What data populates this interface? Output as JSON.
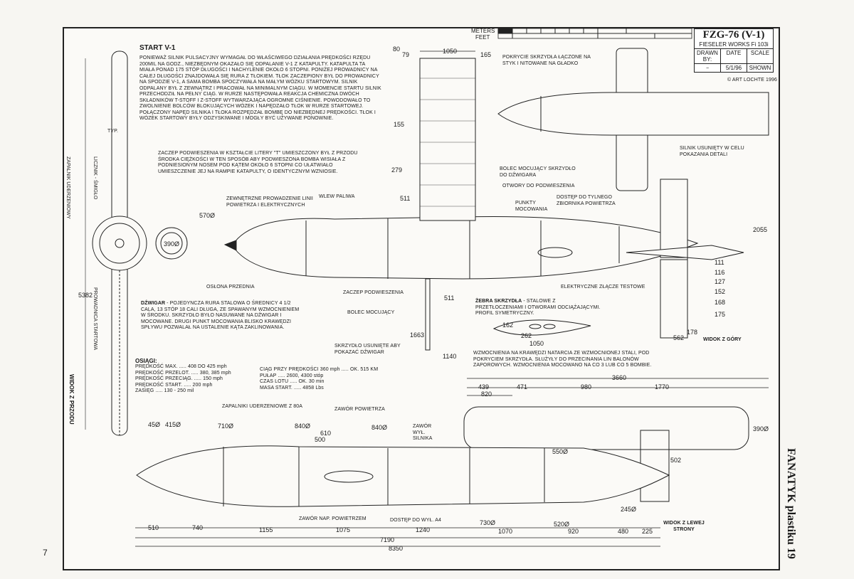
{
  "scale_bar": {
    "meters": "METERS",
    "feet": "FEET"
  },
  "title_block": {
    "title": "FZG-76 (V-1)",
    "subtitle": "FIESELER WORKS Fi 103i",
    "drawn_by_label": "DRAWN BY:",
    "date_label": "DATE",
    "date_value": "5/1/96",
    "scale_label": "SCALE",
    "scale_value": "SHOWN",
    "copyright": "© ART LOCHTE 1996"
  },
  "start": {
    "heading": "START V-1",
    "body": "PONIEWAŻ SILNIK PULSACYJNY WYMAGAŁ DO WŁAŚCIWEGO DZIAŁANIA PRĘDKOŚCI RZĘDU 200MIL NA GODZ., NIEZBĘDNYM OKAZAŁO SIĘ ODPALANIE V-1 Z KATAPULTY. KATAPULTA TA MIAŁA PONAD 175 STÓP DŁUGOŚCI I NACHYLENIE OKOŁO 6 STOPNI. PONIŻEJ PROWADNICY NA CAŁEJ DŁUGOŚCI ZNAJDOWAŁA SIĘ RURA Z TŁOKIEM. TŁOK ZACZEPIONY BYŁ DO PROWADNICY NA SPODZIE V-1, A SAMA BOMBA SPOCZYWAŁA NA MAŁYM WÓZKU STARTOWYM. SILNIK ODPALANY BYŁ Z ZEWNĄTRZ I PRACOWAŁ NA MINIMALNYM CIĄGU. W MOMENCIE STARTU SILNIK PRZECHODZIŁ NA PEŁNY CIĄG. W RURZE NASTĘPOWAŁA REAKCJA CHEMICZNA DWÓCH SKŁADNIKÓW T-STOFF I Z-STOFF WYTWARZAJĄCA OGROMNE CIŚNIENIE. POWODOWAŁO TO ZWOLNIENIE BOLCÓW BLOKUJĄCYCH WÓZEK I NAPĘDZAŁO TŁOK W RURZE STARTOWEJ. POŁĄCZONY NAPĘD SILNIKA I TŁOKA ROZPĘDZAŁ BOMBĘ DO NIEZBĘDNEJ PRĘDKOŚCI. TŁOK I WÓZEK STARTOWY BYŁY ODZYSKIWANE I MOGŁY BYĆ UŻYWANE PONOWNIE."
  },
  "zaczep_note": "ZACZEP PODWIESZENIA W KSZTAŁCIE LITERY \"T\" UMIESZCZONY BYŁ Z PRZODU ŚRODKA CIĘŻKOŚCI W TEN SPOSÓB ABY PODWIESZONA BOMBA WISIAŁA Z PODNIESIONYM NOSEM POD KĄTEM OKOŁO 6 STOPNI CO UŁATWIAŁO UMIESZCZENIE JEJ NA RAMPIE KATAPULTY, O IDENTYCZNYM WZNIOSIE.",
  "dzwigar": {
    "heading": "DŹWIGAR",
    "body": " - POJEDYNCZA RURA STALOWA O ŚREDNICY 4 1/2 CALA, 13 STÓP 18 CALI DŁUGA, ZE SPAWANYM WZMOCNIENIEM W ŚRODKU. SKRZYDŁO BYŁO NASUWANE NA DŹWIGAR I MOCOWANE. DRUGI PUNKT MOCOWANIA BLISKO KRAWĘDZI SPŁYWU POZWALAŁ NA USTALENIE KĄTA ZAKLINOWANIA."
  },
  "osiagi": {
    "heading": "OSIĄGI:",
    "left": [
      {
        "label": "PRĘDKOŚĆ MAX.",
        "value": "408 DO 425 mph"
      },
      {
        "label": "PRĘDKOŚĆ PRZELOT.",
        "value": "380, 385 mph"
      },
      {
        "label": "PRĘDKOŚĆ PRZECIĄG.",
        "value": "150 mph"
      },
      {
        "label": "PRĘDKOŚĆ START.",
        "value": "200 mph"
      },
      {
        "label": "ZASIĘG",
        "value": "130 - 250 mil"
      }
    ],
    "right": [
      {
        "label": "CIĄG PRZY PRĘDKOŚCI 360 mph",
        "value": "OK. 515 KM"
      },
      {
        "label": "PUŁAP",
        "value": "2600, 4300 stóp"
      },
      {
        "label": "CZAS LOTU",
        "value": "OK. 30 min"
      },
      {
        "label": "MASA START.",
        "value": "4858 Lbs"
      }
    ]
  },
  "labels": {
    "wlew_paliwa": "WLEW PALIWA",
    "zewnetrzne": "ZEWNĘTRZNE PROWADZENIE LINII POWIETRZA I ELEKTRYCZNYCH",
    "oslona": "OSŁONA PRZEDNIA",
    "zaczep": "ZACZEP PODWIESZENIA",
    "bolec": "BOLEC MOCUJĄCY",
    "bolec_skrzydla": "BOLEC MOCUJĄCY SKRZYDŁO DO DŹWIGARA",
    "otwory": "OTWORY DO PODWIESZENIA",
    "punkty": "PUNKTY MOCOWANIA",
    "dostep_zbiornika": "DOSTĘP DO TYLNEGO ZBIORNIKA POWIETRZA",
    "zlacze": "ELEKTRYCZNE ZŁĄCZE TESTOWE",
    "pokrycie": "POKRYCIE SKRZYDŁA ŁĄCZONE NA STYK I NITOWANE NA GŁADKO",
    "silnik_usuniety": "SILNIK USUNIĘTY W CELU POKAZANIA DETALI",
    "zebra": "ŻEBRA SKRZYDŁA",
    "zebra_body": " - STALOWE Z PRZETŁOCZENIAMI I OTWORAMI ODCIĄŻAJĄCYMI. PROFIL SYMETRYCZNY.",
    "wzmocnienia": "WZMOCNIENIA NA KRAWĘDZI NATARCIA ZE WZMOCNIONEJ STALI, POD POKRYCIEM SKRZYDŁA. SŁUŻYŁY DO PRZECINANIA LIN BALONÓW ZAPOROWYCH. WZMOCNIENIA MOCOWANO NA CO 3 LUB CO 5 BOMBIE.",
    "skrzydlo_usuniete": "SKRZYDŁO USUNIĘTE ABY POKAZAĆ DŹWIGAR",
    "zapalniki": "ZAPALNIKI UDERZENIOWE Z 80A",
    "zawor_powietrza": "ZAWÓR POWIETRZA",
    "zawor_wyl": "ZAWÓR WYŁ. SILNIKA",
    "zawor_nap": "ZAWÓR NAP. POWIETRZEM",
    "dostep_wyl": "DOSTĘP DO WYŁ. A4",
    "widok_z_gory": "WIDOK Z GÓRY",
    "widok_z_lewej": "WIDOK Z LEWEJ STRONY",
    "widok_z_przodu": "WIDOK Z PRZODU",
    "licznik": "LICZNIK - ŚMIGŁO",
    "zapalnik_ud": "ZAPALNIK UDERZENIOWY",
    "prowadnica": "PROWADNICA STARTOWA",
    "typ": "TYP."
  },
  "dims": {
    "d80": "80",
    "d79": "79",
    "d1050": "1050",
    "d165": "165",
    "d155": "155",
    "d279": "279",
    "d511": "511",
    "d570": "570Ø",
    "d390": "390Ø",
    "d5382": "5382",
    "d1663": "1663",
    "d1140": "1140",
    "d511b": "511",
    "d2055": "2055",
    "d111": "111",
    "d116": "116",
    "d127": "127",
    "d152": "152",
    "d168": "168",
    "d175": "175",
    "d178": "178",
    "d562": "562",
    "d162": "162",
    "d262": "262",
    "d1050b": "1050",
    "d3660": "3660",
    "d439": "439",
    "d471": "471",
    "d980": "980",
    "d1770": "1770",
    "d820": "820",
    "d3900": "390Ø",
    "d550": "550Ø",
    "d502": "502",
    "d245": "245Ø",
    "d450": "45Ø",
    "d415": "415Ø",
    "d710": "710Ø",
    "d840": "840Ø",
    "d840b": "840Ø",
    "d610": "610",
    "d500": "500",
    "d510": "510",
    "d740": "740",
    "d1155": "1155",
    "d1075": "1075",
    "d1240": "1240",
    "d1070": "1070",
    "d920": "920",
    "d480": "480",
    "d225": "225",
    "d730": "730Ø",
    "d520": "520Ø",
    "d7190": "7190",
    "d8350": "8350"
  },
  "side_title": "FANATYK plastiku 19",
  "page_number": "7"
}
